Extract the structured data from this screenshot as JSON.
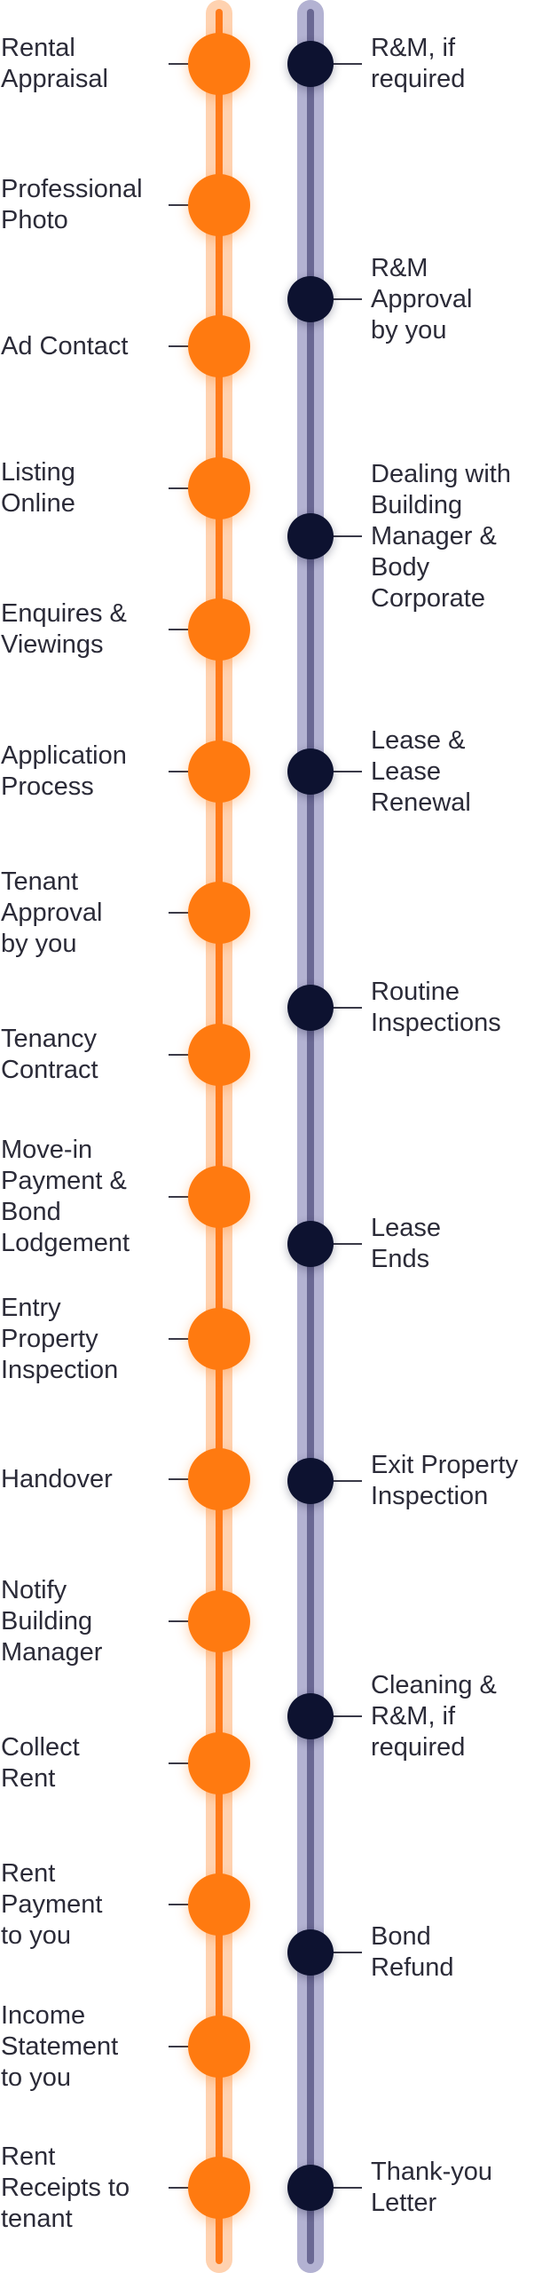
{
  "colors": {
    "orange_track": "#ffd2b0",
    "orange_line": "#ff7a1a",
    "orange_node": "#ff7a10",
    "purple_track": "#b3b2d2",
    "purple_line": "#6a6893",
    "dark_node": "#0d1230",
    "text": "#2b2b38"
  },
  "left_steps": [
    {
      "label": "Rental\nAppraisal"
    },
    {
      "label": "Professional\nPhoto"
    },
    {
      "label": "Ad Contact"
    },
    {
      "label": "Listing\nOnline"
    },
    {
      "label": "Enquires &\nViewings"
    },
    {
      "label": "Application\nProcess"
    },
    {
      "label": "Tenant\nApproval\nby you"
    },
    {
      "label": "Tenancy\nContract"
    },
    {
      "label": "Move-in\nPayment &\nBond\nLodgement"
    },
    {
      "label": "Entry\nProperty\nInspection"
    },
    {
      "label": "Handover"
    },
    {
      "label": "Notify\nBuilding\nManager"
    },
    {
      "label": "Collect\nRent"
    },
    {
      "label": "Rent\nPayment\nto you"
    },
    {
      "label": "Income\nStatement\nto you"
    },
    {
      "label": "Rent\nReceipts to\ntenant"
    }
  ],
  "right_steps": [
    {
      "label": "R&M, if\nrequired"
    },
    {
      "label": "R&M\nApproval\nby you"
    },
    {
      "label": "Dealing with\nBuilding\nManager &\nBody\nCorporate"
    },
    {
      "label": "Lease &\nLease\nRenewal"
    },
    {
      "label": "Routine\nInspections"
    },
    {
      "label": "Lease\nEnds"
    },
    {
      "label": "Exit Property\nInspection"
    },
    {
      "label": "Cleaning &\nR&M, if\nrequired"
    },
    {
      "label": "Bond\nRefund"
    },
    {
      "label": "Thank-you\nLetter"
    }
  ]
}
